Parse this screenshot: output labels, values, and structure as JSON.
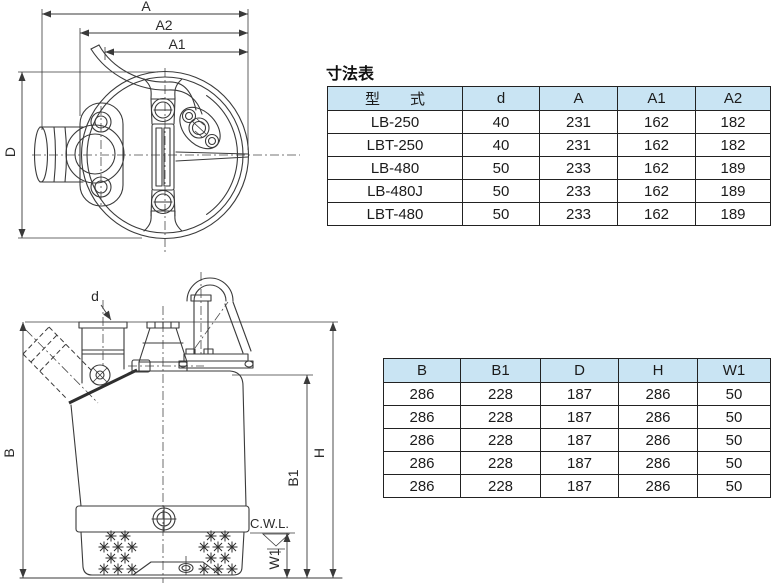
{
  "colors": {
    "background": "#ffffff",
    "table_header_bg": "#c9e4f3",
    "table_border": "#222222",
    "drawing_line": "#3a3a3a",
    "text": "#1b1b1b"
  },
  "dimension_table": {
    "title": "寸法表",
    "headers": [
      "型　　式",
      "d",
      "A",
      "A1",
      "A2"
    ],
    "rows": [
      [
        "LB-250",
        "40",
        "231",
        "162",
        "182"
      ],
      [
        "LBT-250",
        "40",
        "231",
        "162",
        "182"
      ],
      [
        "LB-480",
        "50",
        "233",
        "162",
        "189"
      ],
      [
        "LB-480J",
        "50",
        "233",
        "162",
        "189"
      ],
      [
        "LBT-480",
        "50",
        "233",
        "162",
        "189"
      ]
    ]
  },
  "dimension_table2": {
    "headers": [
      "B",
      "B1",
      "D",
      "H",
      "W1"
    ],
    "rows": [
      [
        "286",
        "228",
        "187",
        "286",
        "50"
      ],
      [
        "286",
        "228",
        "187",
        "286",
        "50"
      ],
      [
        "286",
        "228",
        "187",
        "286",
        "50"
      ],
      [
        "286",
        "228",
        "187",
        "286",
        "50"
      ],
      [
        "286",
        "228",
        "187",
        "286",
        "50"
      ]
    ]
  },
  "top_view": {
    "labels": {
      "a": "A",
      "a2": "A2",
      "a1": "A1",
      "d_dia": "D"
    }
  },
  "side_view": {
    "labels": {
      "d": "d",
      "b": "B",
      "h": "H",
      "b1": "B1",
      "w1": "W1",
      "cwl": "C.W.L."
    }
  }
}
